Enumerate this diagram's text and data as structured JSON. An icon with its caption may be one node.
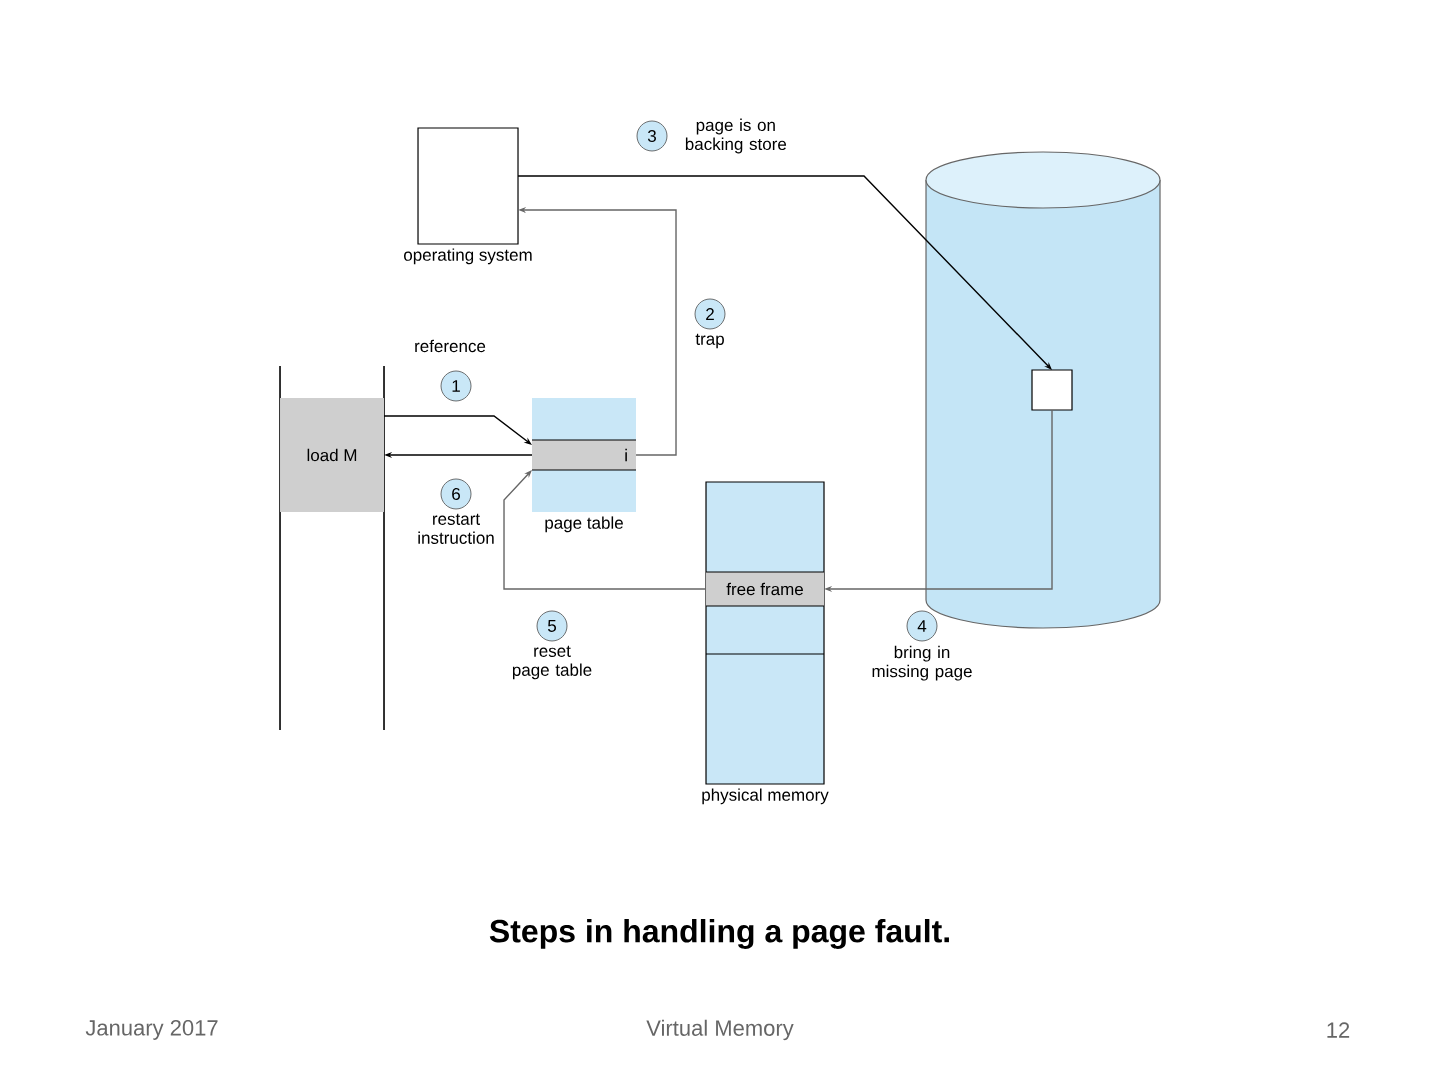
{
  "diagram": {
    "caption": "Steps in handling a page fault.",
    "nodes": [
      {
        "text": [
          "operating system"
        ]
      },
      {
        "text": [
          "3"
        ],
        "beside": [
          "page is on backing store"
        ]
      },
      {
        "text": [
          "2"
        ],
        "beside": [
          "trap"
        ]
      },
      {
        "text": [
          "1"
        ],
        "beside": [
          "reference"
        ]
      },
      {
        "text": [
          "load M"
        ]
      },
      {
        "text": [
          "page table"
        ]
      },
      {
        "text": [
          "i"
        ],
        "in": 5
      },
      {
        "text": [
          "6"
        ],
        "beside": [
          "restart instruction"
        ]
      },
      {
        "text": [],
        "shape": "cylinder"
      },
      {
        "text": [],
        "shape": "box",
        "in": 8
      },
      {
        "text": [
          "physical memory"
        ]
      },
      {
        "text": [
          "free frame"
        ],
        "in": 10
      },
      {
        "text": [
          "5"
        ],
        "beside": [
          "reset page table"
        ]
      },
      {
        "text": [
          "4"
        ],
        "beside": [
          "bring in missing page"
        ]
      }
    ],
    "edges": [
      {
        "from": 4,
        "to": 6,
        "arrow": "to"
      },
      {
        "from": 6,
        "to": 0,
        "arrow": "to",
        "color": "#666666"
      },
      {
        "from": 0,
        "to": 9,
        "arrow": "to"
      },
      {
        "from": 9,
        "to": 11,
        "arrow": "to",
        "color": "#666666"
      },
      {
        "from": 11,
        "to": 6,
        "arrow": "to",
        "color": "#666666"
      },
      {
        "from": 6,
        "to": 4,
        "arrow": "to"
      }
    ],
    "labels": [
      "January 2017",
      "Virtual Memory",
      "12"
    ]
  }
}
